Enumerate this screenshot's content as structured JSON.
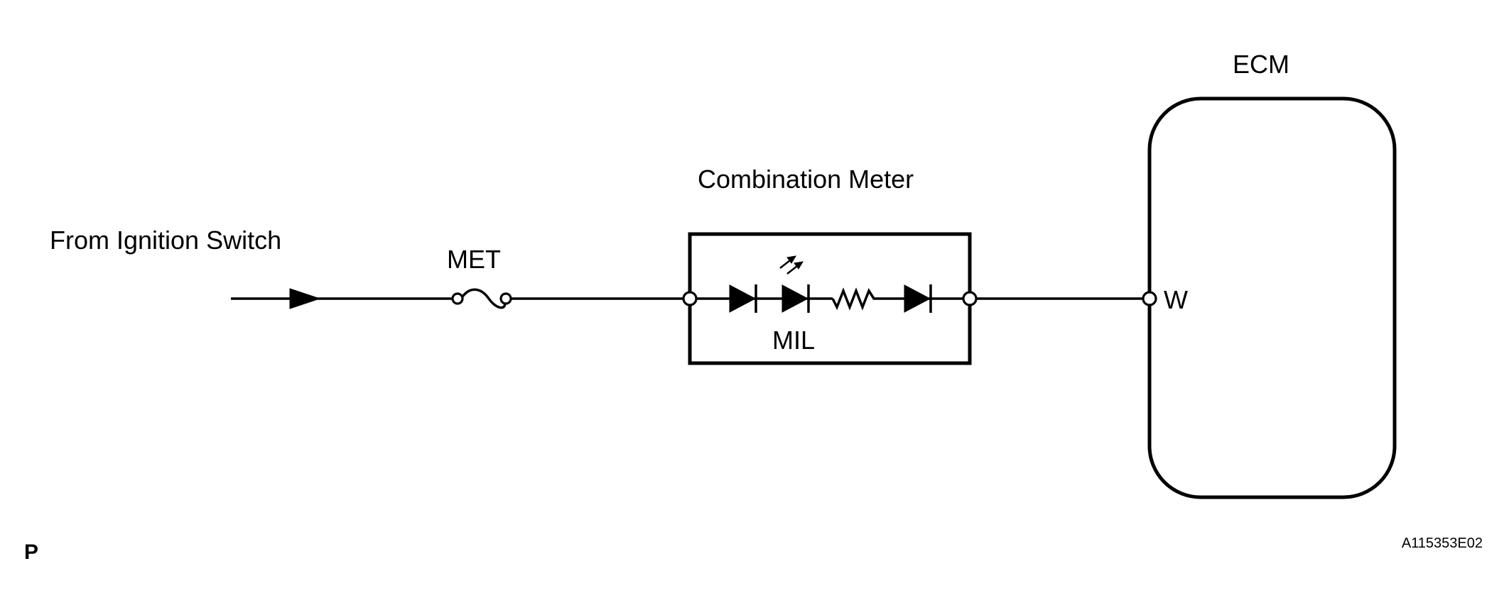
{
  "labels": {
    "source": "From Ignition Switch",
    "fuse": "MET",
    "meter": "Combination Meter",
    "lamp": "MIL",
    "ecm": "ECM",
    "ecm_terminal": "W",
    "corner_letter": "P",
    "figure_code": "A115353E02"
  }
}
